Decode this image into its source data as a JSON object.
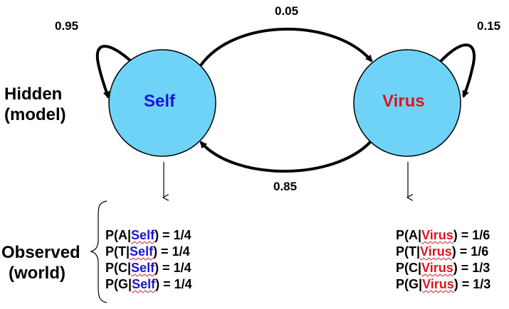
{
  "states": [
    {
      "label": "Self",
      "color": "#1515d8"
    },
    {
      "label": "Virus",
      "color": "#e0141e"
    }
  ],
  "node_fill": "#6fd3f7",
  "transitions": {
    "self_to_self": "0.95",
    "self_to_virus": "0.05",
    "virus_to_self": "0.85",
    "virus_to_virus": "0.15"
  },
  "side_labels": {
    "hidden": [
      "Hidden",
      "(model)"
    ],
    "observed": [
      "Observed",
      "(world)"
    ]
  },
  "emissions": {
    "self": [
      {
        "symbol": "A",
        "state": "Self",
        "value": "1/4"
      },
      {
        "symbol": "T",
        "state": "Self",
        "value": "1/4"
      },
      {
        "symbol": "C",
        "state": "Self",
        "value": "1/4"
      },
      {
        "symbol": "G",
        "state": "Self",
        "value": "1/4"
      }
    ],
    "virus": [
      {
        "symbol": "A",
        "state": "Virus",
        "value": "1/6"
      },
      {
        "symbol": "T",
        "state": "Virus",
        "value": "1/6"
      },
      {
        "symbol": "C",
        "state": "Virus",
        "value": "1/3"
      },
      {
        "symbol": "G",
        "state": "Virus",
        "value": "1/3"
      }
    ]
  }
}
